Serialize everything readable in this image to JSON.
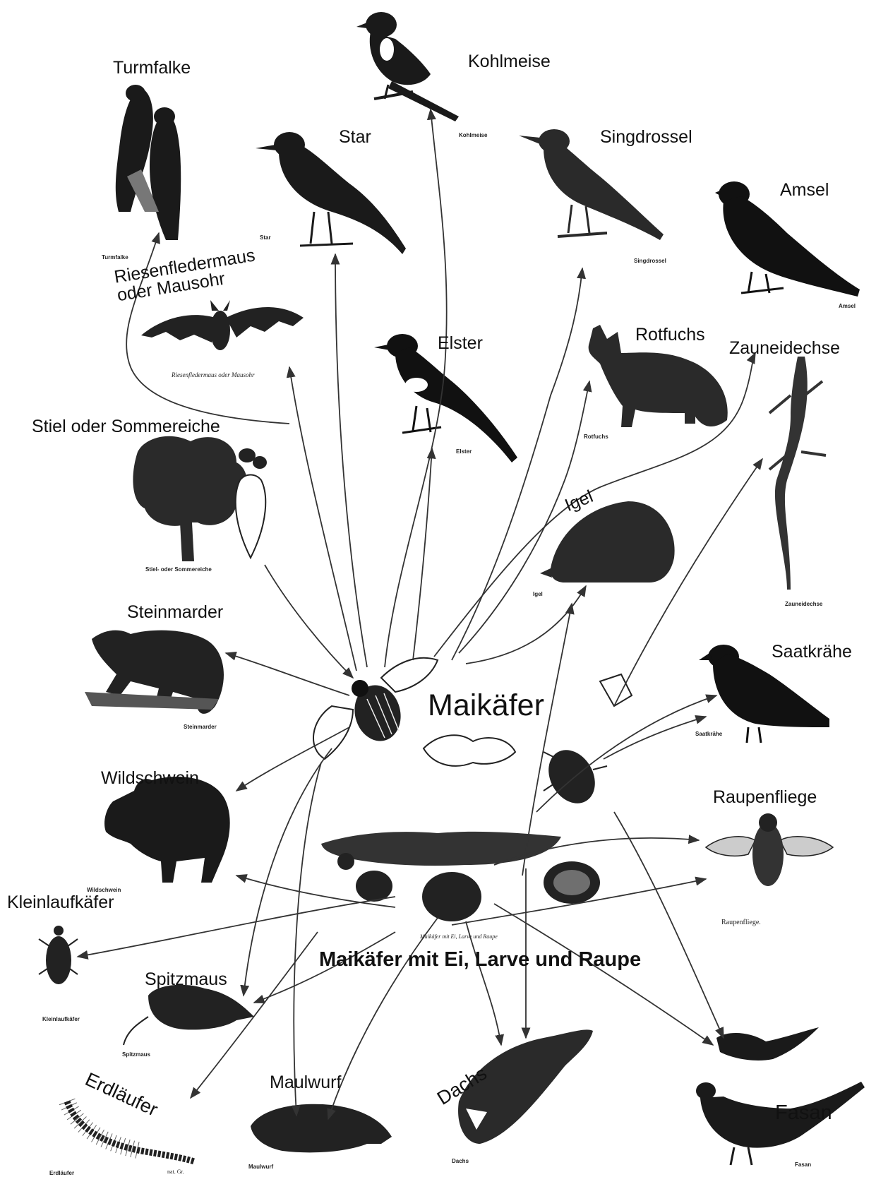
{
  "center": {
    "title": "Maikäfer",
    "subtitle": "Maikäfer mit Ei, Larve und Raupe",
    "caption": "Maikäfer mit Ei, Larve und Raupe"
  },
  "nodes": {
    "turmfalke": {
      "label": "Turmfalke",
      "caption": "Turmfalke"
    },
    "kohlmeise": {
      "label": "Kohlmeise",
      "caption": "Kohlmeise"
    },
    "star": {
      "label": "Star",
      "caption": "Star"
    },
    "singdrossel": {
      "label": "Singdrossel",
      "caption": "Singdrossel"
    },
    "amsel": {
      "label": "Amsel",
      "caption": "Amsel"
    },
    "fledermaus": {
      "label": "Riesenfledermaus oder Mausohr",
      "caption": "Riesenfledermaus oder Mausohr"
    },
    "elster": {
      "label": "Elster",
      "caption": "Elster"
    },
    "rotfuchs": {
      "label": "Rotfuchs",
      "caption": "Rotfuchs"
    },
    "zauneidechse": {
      "label": "Zauneidechse",
      "caption": "Zauneidechse"
    },
    "eiche": {
      "label": "Stiel oder Sommereiche",
      "caption": "Stiel- oder Sommereiche"
    },
    "igel": {
      "label": "Igel",
      "caption": "Igel"
    },
    "steinmarder": {
      "label": "Steinmarder",
      "caption": "Steinmarder"
    },
    "saatkraehe": {
      "label": "Saatkrähe",
      "caption": "Saatkrähe"
    },
    "wildschwein": {
      "label": "Wildschwein",
      "caption": "Wildschwein"
    },
    "raupenfliege": {
      "label": "Raupenfliege",
      "caption": "Raupenfliege."
    },
    "kleinlaufkaefer": {
      "label": "Kleinlaufkäfer",
      "caption": "Kleinlaufkäfer"
    },
    "spitzmaus": {
      "label": "Spitzmaus",
      "caption": "Spitzmaus"
    },
    "erdlaeufer": {
      "label": "Erdläufer",
      "caption": "Erdläufer",
      "caption_scale": "nat. Gr."
    },
    "maulwurf": {
      "label": "Maulwurf",
      "caption": "Maulwurf"
    },
    "dachs": {
      "label": "Dachs",
      "caption": "Dachs"
    },
    "fasan": {
      "label": "Fasan",
      "caption": "Fasan"
    }
  },
  "colors": {
    "ink": "#111111",
    "arrow": "#333333",
    "background": "#ffffff"
  }
}
